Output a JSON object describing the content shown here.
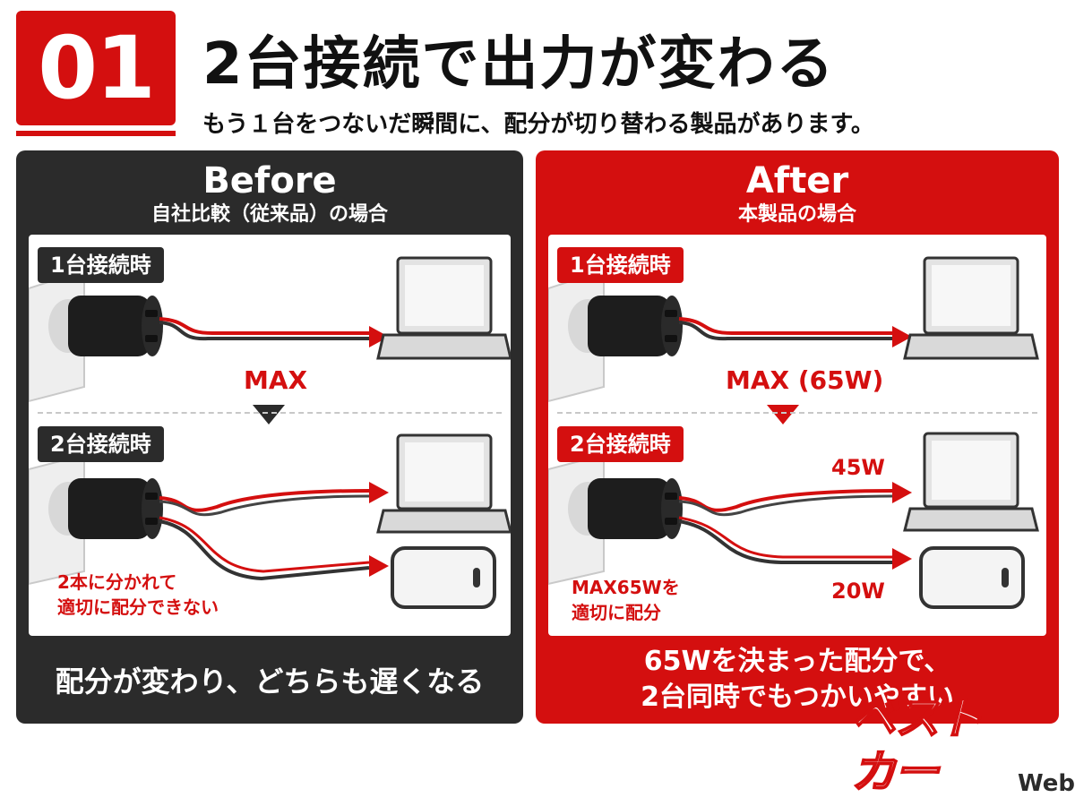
{
  "header": {
    "number": "01",
    "title": "2台接続で出力が変わる",
    "subtitle": "もう１台をつないだ瞬間に、配分が切り替わる製品があります。"
  },
  "before": {
    "title": "Before",
    "subtitle": "自社比較（従来品）の場合",
    "tag_one": "1台接続時",
    "max_label": "MAX",
    "tag_two": "2台接続時",
    "note_line1": "2本に分かれて",
    "note_line2": "適切に配分できない",
    "footer": "配分が変わり、どちらも遅くなる"
  },
  "after": {
    "title": "After",
    "subtitle": "本製品の場合",
    "tag_one": "1台接続時",
    "max_label": "MAX (65W)",
    "tag_two": "2台接続時",
    "watt_laptop": "45W",
    "watt_phone": "20W",
    "note_line1": "MAX65Wを",
    "note_line2": "適切に配分",
    "footer_line1": "65Wを決まった配分で、",
    "footer_line2": "2台同時でもつかいやすい"
  },
  "logo": {
    "mark": "ベストカー",
    "suffix": "Web"
  },
  "colors": {
    "accent_red": "#d40f0f",
    "dark": "#2b2b2b"
  },
  "icons": [
    "wall-outlet-icon",
    "car-charger-icon",
    "laptop-icon",
    "smartphone-icon",
    "arrow-down-icon"
  ]
}
